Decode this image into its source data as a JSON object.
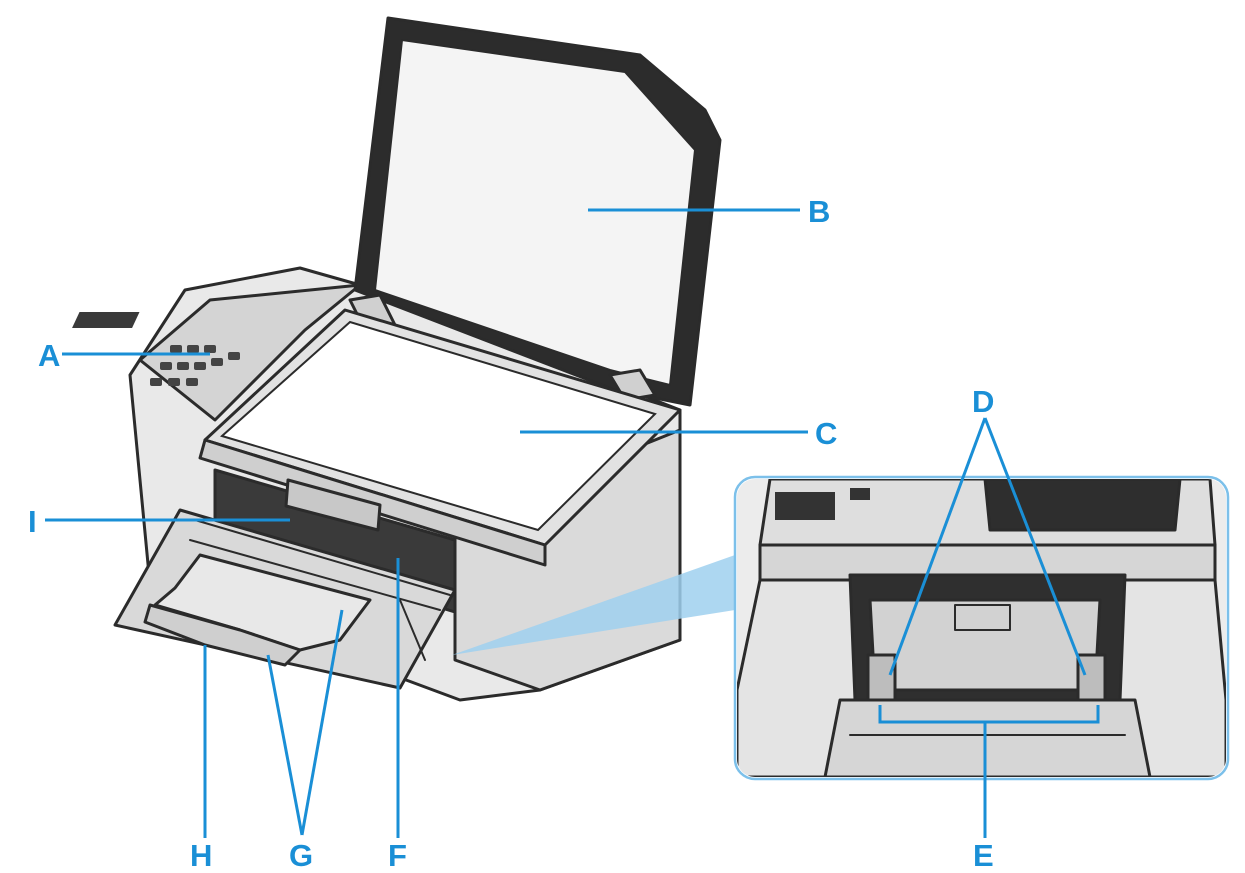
{
  "figure": {
    "subject": "printer",
    "accent_color": "#1a8fd6",
    "inset": "enlarged front view of paper feed slot",
    "callouts": [
      {
        "id": "A",
        "label": "A"
      },
      {
        "id": "B",
        "label": "B"
      },
      {
        "id": "C",
        "label": "C"
      },
      {
        "id": "D",
        "label": "D"
      },
      {
        "id": "E",
        "label": "E"
      },
      {
        "id": "F",
        "label": "F"
      },
      {
        "id": "G",
        "label": "G"
      },
      {
        "id": "H",
        "label": "H"
      },
      {
        "id": "I",
        "label": "I"
      }
    ]
  }
}
